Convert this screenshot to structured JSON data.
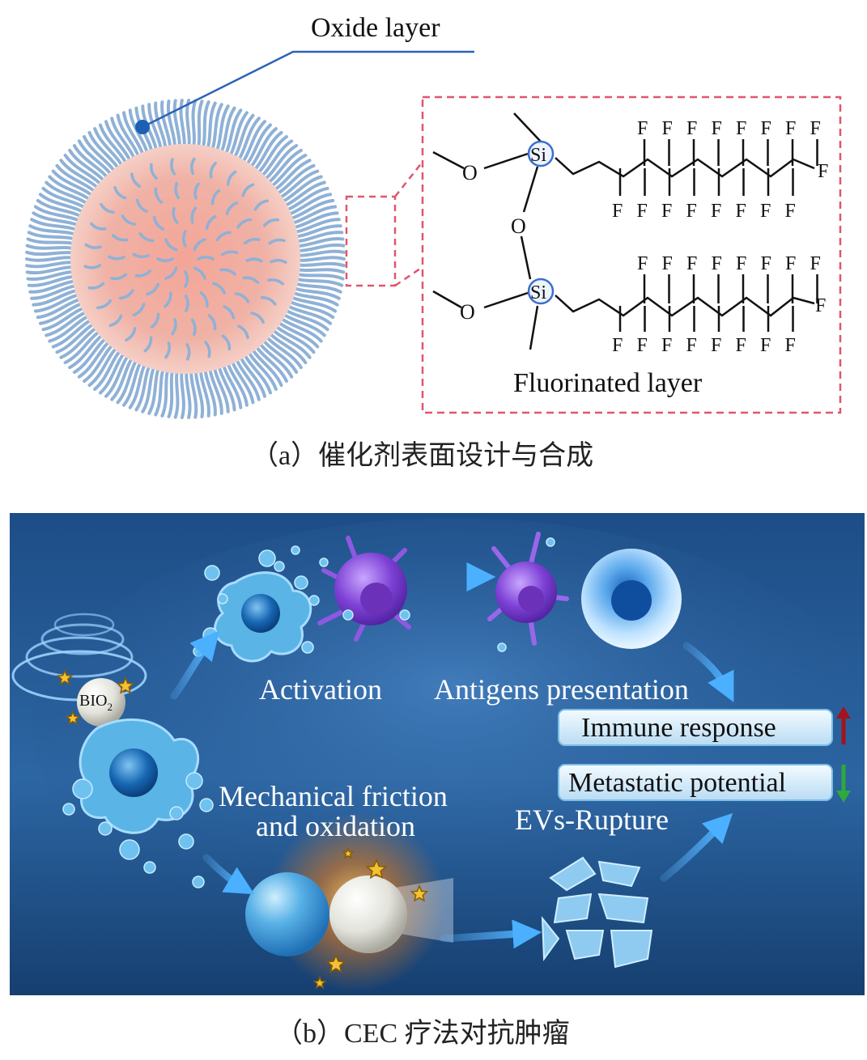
{
  "panel_a": {
    "oxide_label": "Oxide layer",
    "fluorinated_label": "Fluorinated layer",
    "atom_o": "O",
    "atom_si": "Si",
    "atom_f": "F",
    "caption": "（a）催化剂表面设计与合成"
  },
  "panel_b": {
    "particle_label": "BIO",
    "particle_subscript": "2",
    "activation": "Activation",
    "antigens": "Antigens presentation",
    "immune_response": "Immune response",
    "metastatic_potential": "Metastatic potential",
    "friction_line1": "Mechanical friction",
    "friction_line2": "and oxidation",
    "evs_rupture": "EVs-Rupture",
    "caption": "（b）CEC 疗法对抗肿瘤",
    "colors": {
      "up_arrow": "#a3141c",
      "down_arrow": "#2fa83c",
      "background": "#1d4d86"
    }
  }
}
